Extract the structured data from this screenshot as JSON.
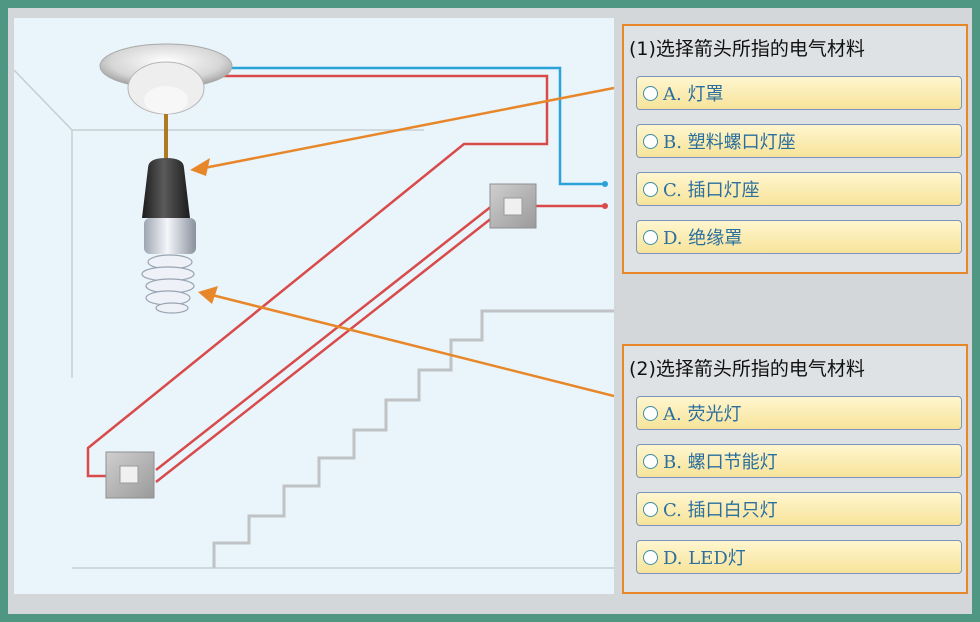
{
  "question1": {
    "title": "(1)选择箭头所指的电气材料",
    "options": [
      {
        "label": "A. 灯罩"
      },
      {
        "label": "B. 塑料螺口灯座"
      },
      {
        "label": "C. 插口灯座"
      },
      {
        "label": "D. 绝缘罩"
      }
    ]
  },
  "question2": {
    "title": "(2)选择箭头所指的电气材料",
    "options": [
      {
        "label": "A. 荧光灯"
      },
      {
        "label": "B. 螺口节能灯"
      },
      {
        "label": "C. 插口白只灯"
      },
      {
        "label": "D. LED灯"
      }
    ]
  },
  "colors": {
    "accent_orange": "#e8872a",
    "wire_red": "#d94a4a",
    "wire_blue": "#2aa4d8",
    "option_fill": "#f8e6a4",
    "option_text": "#2a6f9e"
  }
}
